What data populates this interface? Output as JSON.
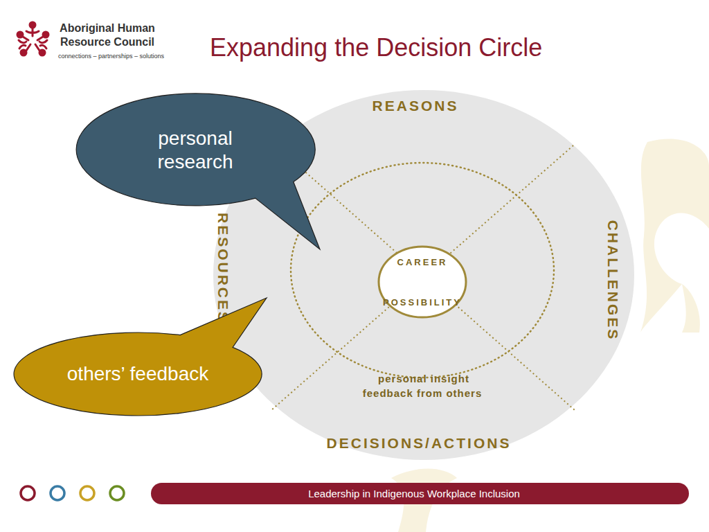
{
  "diagram": {
    "title": "Expanding the Decision Circle",
    "nodes": [
      {
        "text": [
          "REASONS",
          "CHALLENGES",
          "DECISIONS/ACTIONS",
          "RESOURCES"
        ]
      },
      {
        "text": [
          "CAREER",
          "POSSIBILITY"
        ],
        "in": 0
      },
      {
        "text": [
          "personal research"
        ]
      },
      {
        "text": [
          "others’ feedback"
        ]
      },
      {
        "text": [
          "Leadership in Indigenous Workplace Inclusion"
        ]
      }
    ],
    "labels": [
      "Aboriginal Human Resource Council",
      "connections – partnerships – solutions",
      "personal insight",
      "feedback from others"
    ]
  }
}
